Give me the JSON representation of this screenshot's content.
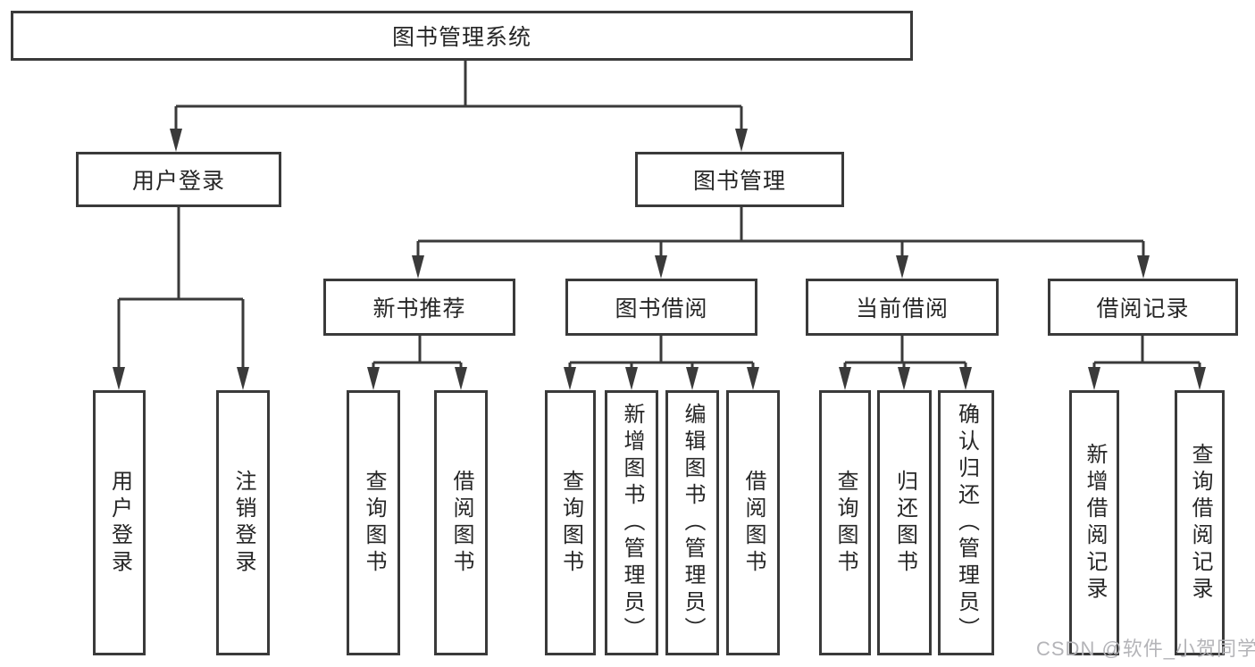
{
  "diagram": {
    "type": "tree-structure-chart",
    "line_color": "#3a3a3a",
    "text_color": "#262626",
    "tree": {
      "root": {
        "label": "图书管理系统",
        "children": {
          "user_login": {
            "label": "用户登录",
            "children": {
              "login": {
                "label": "用户登录"
              },
              "logout": {
                "label": "注销登录"
              }
            }
          },
          "book_mgmt": {
            "label": "图书管理",
            "children": {
              "new_book_rec": {
                "label": "新书推荐",
                "children": {
                  "query_book": {
                    "label": "查询图书"
                  },
                  "borrow_book": {
                    "label": "借阅图书"
                  }
                }
              },
              "book_borrow": {
                "label": "图书借阅",
                "children": {
                  "query_book": {
                    "label": "查询图书"
                  },
                  "add_book": {
                    "label": "新增图书（管理员）"
                  },
                  "edit_book": {
                    "label": "编辑图书（管理员）"
                  },
                  "borrow_book": {
                    "label": "借阅图书"
                  }
                }
              },
              "current_borrow": {
                "label": "当前借阅",
                "children": {
                  "query_book": {
                    "label": "查询图书"
                  },
                  "return_book": {
                    "label": "归还图书"
                  },
                  "confirm_return": {
                    "label": "确认归还（管理员）"
                  }
                }
              },
              "borrow_record": {
                "label": "借阅记录",
                "children": {
                  "add_record": {
                    "label": "新增借阅记录"
                  },
                  "query_record": {
                    "label": "查询借阅记录"
                  }
                }
              }
            }
          }
        }
      }
    }
  },
  "watermark": {
    "text": "CSDN @软件_小贺同学",
    "color": "#b4b4b8"
  }
}
